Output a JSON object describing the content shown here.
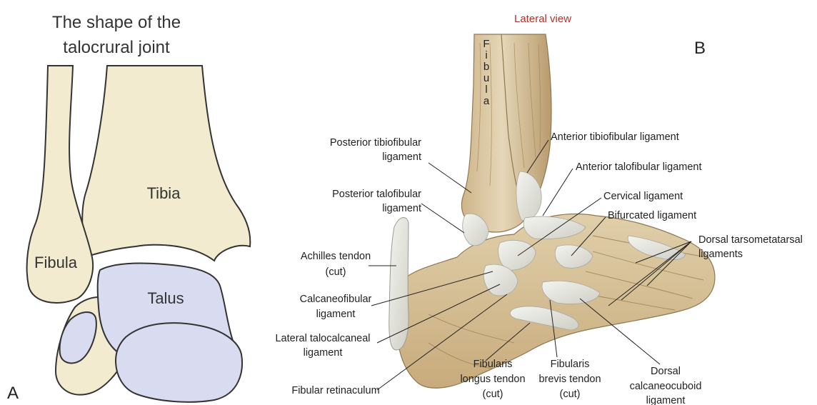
{
  "panel_a": {
    "title_line1": "The shape of the",
    "title_line2": "talocrural joint",
    "tibia": "Tibia",
    "fibula": "Fibula",
    "talus": "Talus",
    "letter": "A"
  },
  "panel_b": {
    "view": "Lateral view",
    "letter": "B",
    "fibula_letters": [
      "F",
      "i",
      "b",
      "u",
      "l",
      "a"
    ],
    "labels": {
      "posterior_tibiofibular": [
        "Posterior tibiofibular",
        "ligament"
      ],
      "posterior_talofibular": [
        "Posterior talofibular",
        "ligament"
      ],
      "achilles": [
        "Achilles tendon",
        "(cut)"
      ],
      "calcaneofibular": [
        "Calcaneofibular",
        "ligament"
      ],
      "lateral_talocalcaneal": [
        "Lateral talocalcaneal",
        "ligament"
      ],
      "fibular_retinaculum": [
        "Fibular retinaculum"
      ],
      "fibularis_longus": [
        "Fibularis",
        "longus tendon",
        "(cut)"
      ],
      "fibularis_brevis": [
        "Fibularis",
        "brevis tendon",
        "(cut)"
      ],
      "dorsal_calcaneocuboid": [
        "Dorsal",
        "calcaneocuboid",
        "ligament"
      ],
      "anterior_tibiofibular": [
        "Anterior tibiofibular ligament"
      ],
      "anterior_talofibular": [
        "Anterior talofibular ligament"
      ],
      "cervical": [
        "Cervical ligament"
      ],
      "bifurcated": [
        "Bifurcated ligament"
      ],
      "dorsal_tarsometatarsal": [
        "Dorsal tarsometatarsal",
        "ligaments"
      ]
    }
  },
  "colors": {
    "bone": "#f2ebcf",
    "bone_outline": "#333333",
    "talus": "#d9dcf1",
    "foot_bone": "#d9c39a",
    "ligament": "#e8e8e2",
    "leader": "#222222",
    "view_label": "#b0332b"
  }
}
